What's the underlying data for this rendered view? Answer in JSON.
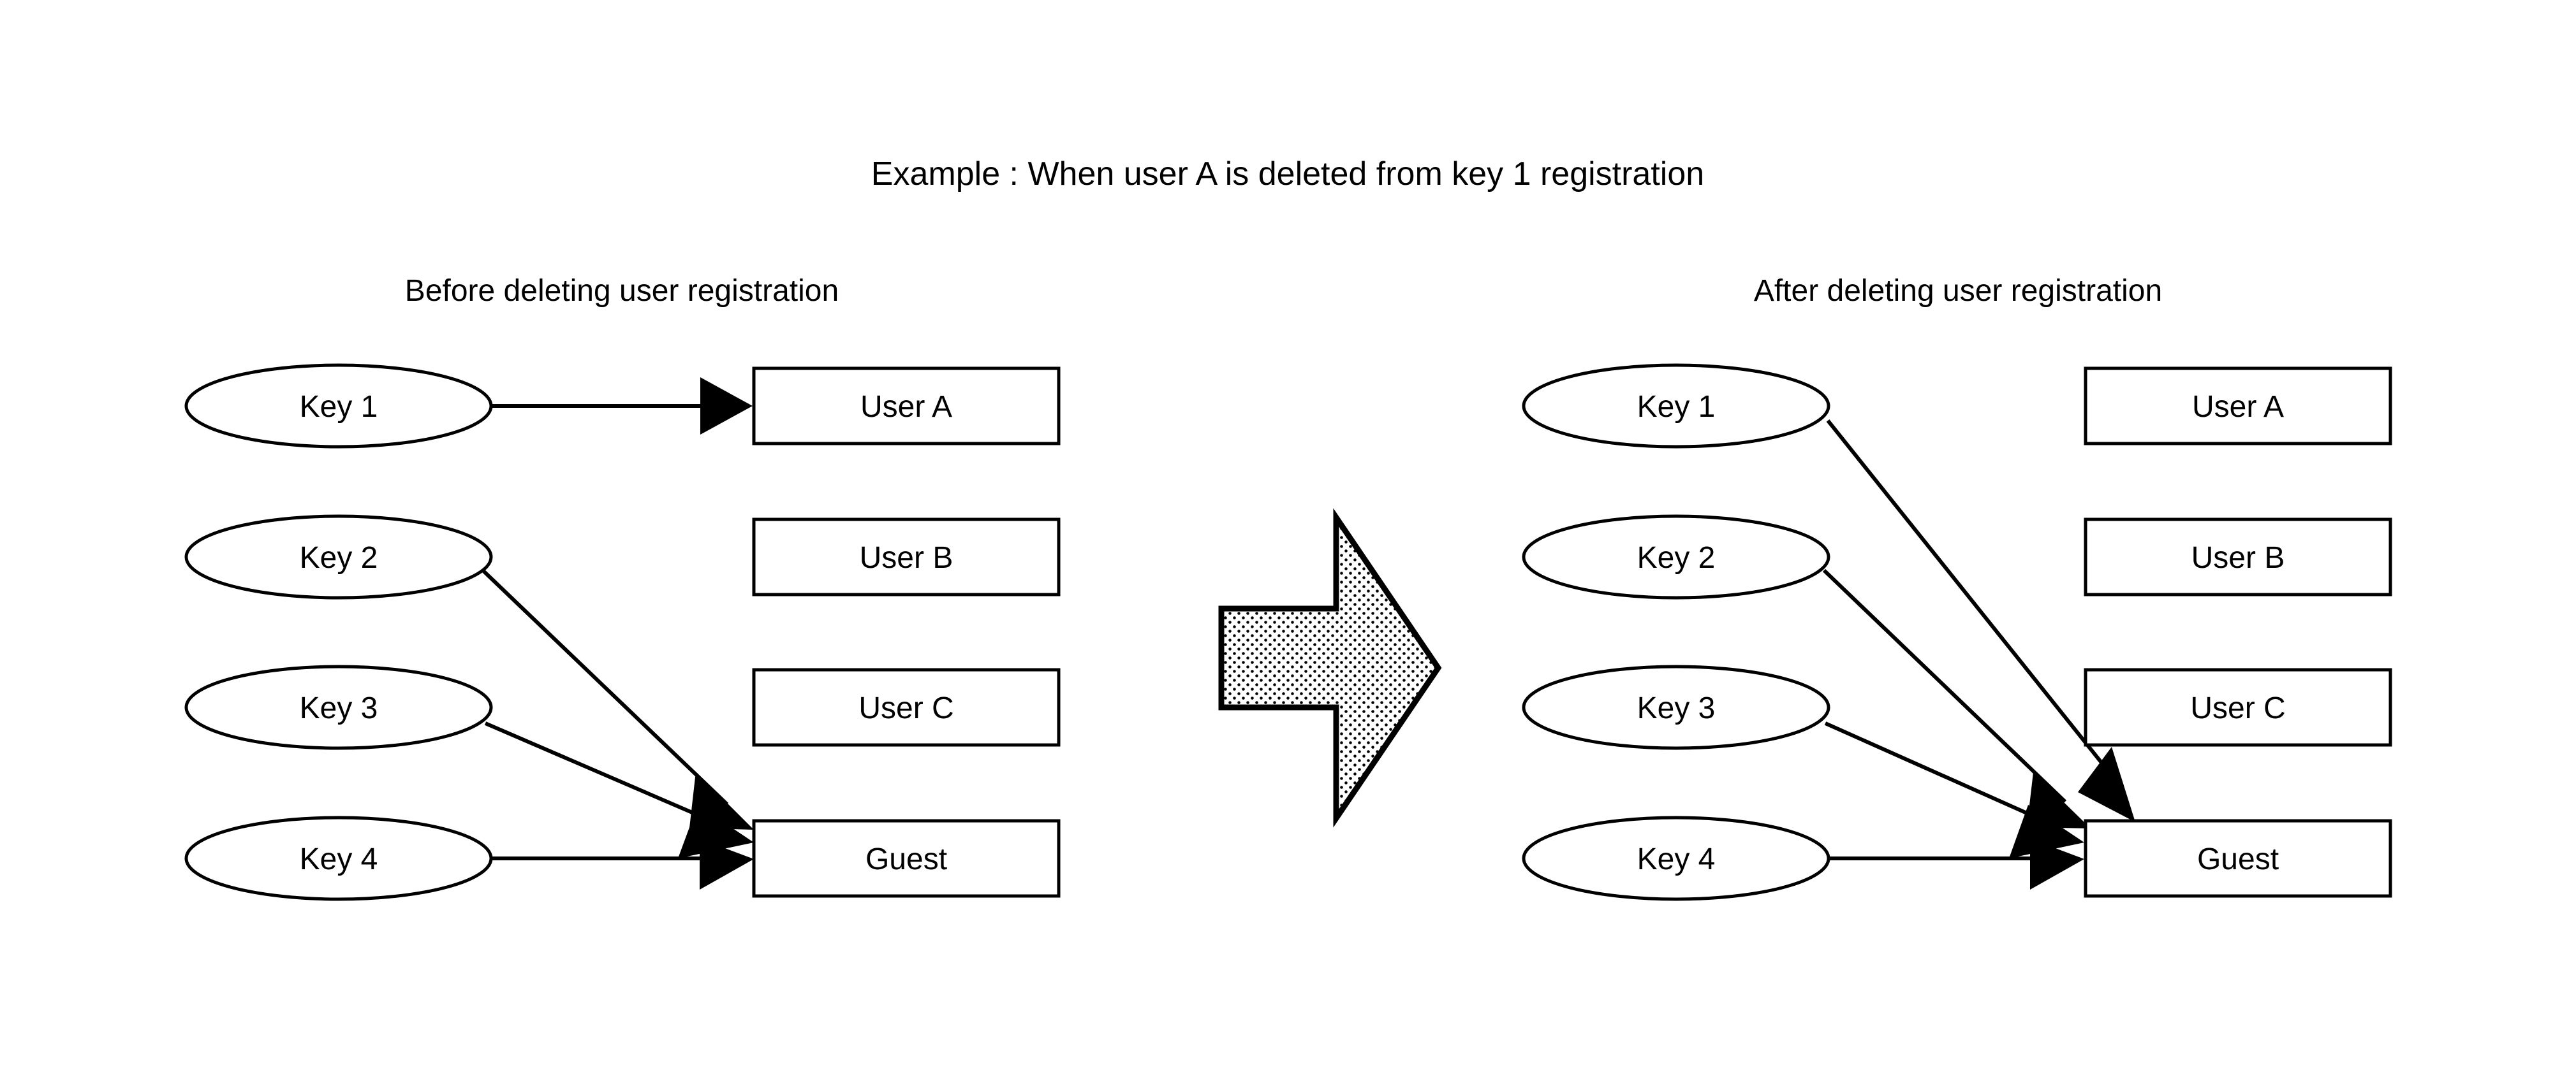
{
  "page": {
    "title": "Example : When user A is deleted from key 1 registration",
    "background_color": "#ffffff",
    "ink_color": "#000000"
  },
  "panels": {
    "before": {
      "heading": "Before deleting user registration",
      "keys": [
        {
          "label": "Key 1"
        },
        {
          "label": "Key 2"
        },
        {
          "label": "Key 3"
        },
        {
          "label": "Key 4"
        }
      ],
      "users": [
        {
          "label": "User A"
        },
        {
          "label": "User B"
        },
        {
          "label": "User C"
        },
        {
          "label": "Guest"
        }
      ],
      "connections": [
        {
          "from": "Key 1",
          "to": "User A"
        },
        {
          "from": "Key 2",
          "to": "Guest"
        },
        {
          "from": "Key 3",
          "to": "Guest"
        },
        {
          "from": "Key 4",
          "to": "Guest"
        }
      ]
    },
    "after": {
      "heading": "After deleting user registration",
      "keys": [
        {
          "label": "Key 1"
        },
        {
          "label": "Key 2"
        },
        {
          "label": "Key 3"
        },
        {
          "label": "Key 4"
        }
      ],
      "users": [
        {
          "label": "User A"
        },
        {
          "label": "User B"
        },
        {
          "label": "User C"
        },
        {
          "label": "Guest"
        }
      ],
      "connections": [
        {
          "from": "Key 1",
          "to": "Guest"
        },
        {
          "from": "Key 2",
          "to": "Guest"
        },
        {
          "from": "Key 3",
          "to": "Guest"
        },
        {
          "from": "Key 4",
          "to": "Guest"
        }
      ]
    }
  },
  "transition": {
    "icon": "block-arrow-right-icon",
    "direction": "right",
    "fill_pattern": "dotted",
    "outline_color": "#000000"
  }
}
